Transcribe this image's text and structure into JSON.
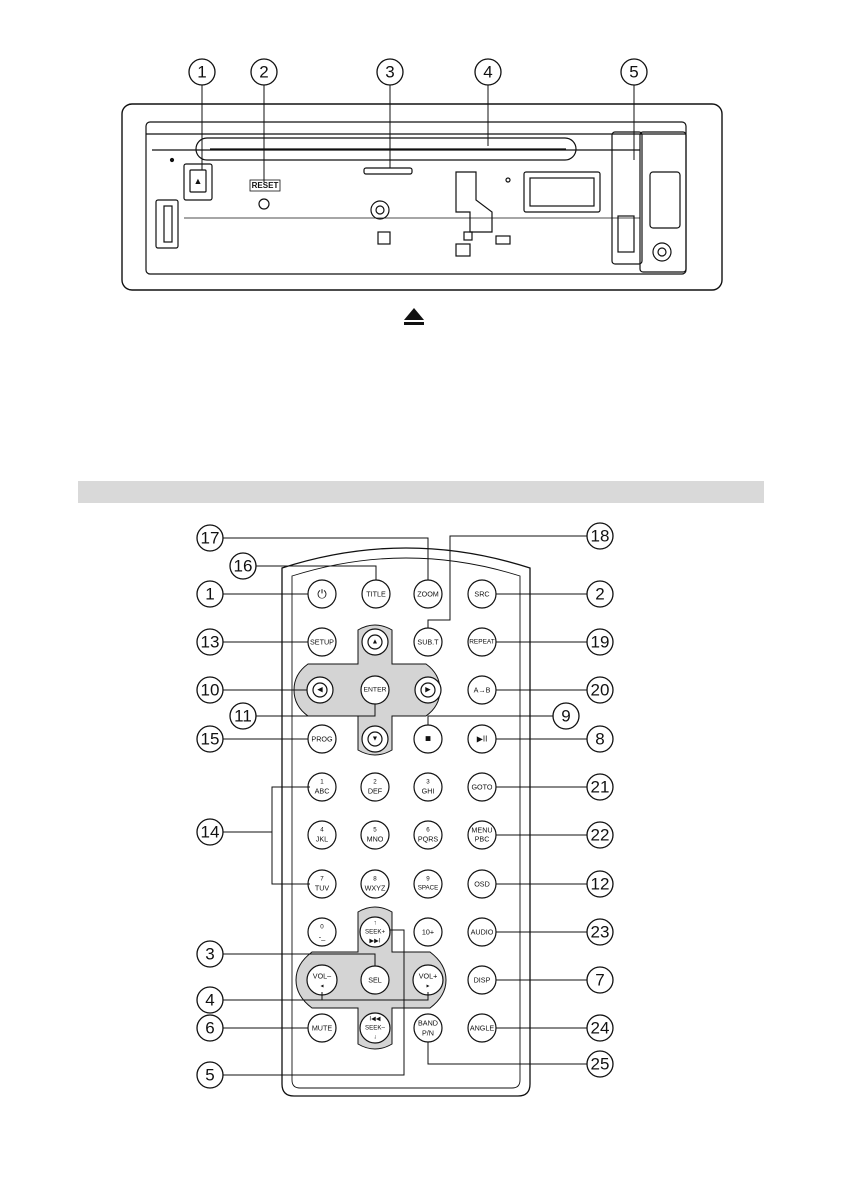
{
  "head_unit": {
    "callouts": [
      "1",
      "2",
      "3",
      "4",
      "5"
    ],
    "reset_label": "RESET",
    "eject_symbol": "▲"
  },
  "remote": {
    "left_callouts": [
      "17",
      "16",
      "1",
      "13",
      "10",
      "11",
      "15",
      "14",
      "3",
      "4",
      "6",
      "5"
    ],
    "right_callouts": [
      "18",
      "2",
      "19",
      "20",
      "9",
      "8",
      "21",
      "22",
      "12",
      "23",
      "7",
      "24",
      "25"
    ],
    "buttons": {
      "power": "⏻",
      "title": "TITLE",
      "zoom": "ZOOM",
      "src": "SRC",
      "setup": "SETUP",
      "up": "▲",
      "subt": "SUB.T",
      "repeat": "REPEAT",
      "left": "◀",
      "enter": "ENTER",
      "right": "▶",
      "ab": "A→B",
      "prog": "PROG",
      "down": "▼",
      "stop": "■",
      "play_pause": "▶II",
      "num1": [
        "1",
        "ABC"
      ],
      "num2": [
        "2",
        "DEF"
      ],
      "num3": [
        "3",
        "GHI"
      ],
      "goto": "GOTO",
      "num4": [
        "4",
        "JKL"
      ],
      "num5": [
        "5",
        "MNO"
      ],
      "num6": [
        "6",
        "PQRS"
      ],
      "menu_pbc": [
        "MENU",
        "PBC"
      ],
      "num7": [
        "7",
        "TUV"
      ],
      "num8": [
        "8",
        "WXYZ"
      ],
      "num9": [
        "9",
        "SPACE"
      ],
      "osd": "OSD",
      "num0": [
        "0",
        "-_"
      ],
      "seek_plus": [
        "↑",
        "SEEK+",
        "▶▶I"
      ],
      "ten_plus": "10+",
      "audio": "AUDIO",
      "vol_minus": [
        "VOL–",
        "◂"
      ],
      "sel": "SEL",
      "vol_plus": [
        "VOL+",
        "▸"
      ],
      "disp": "DISP",
      "mute": "MUTE",
      "seek_minus": [
        "I◀◀",
        "SEEK–",
        "↓"
      ],
      "band": [
        "BAND",
        "P/N"
      ],
      "angle": "ANGLE"
    }
  }
}
